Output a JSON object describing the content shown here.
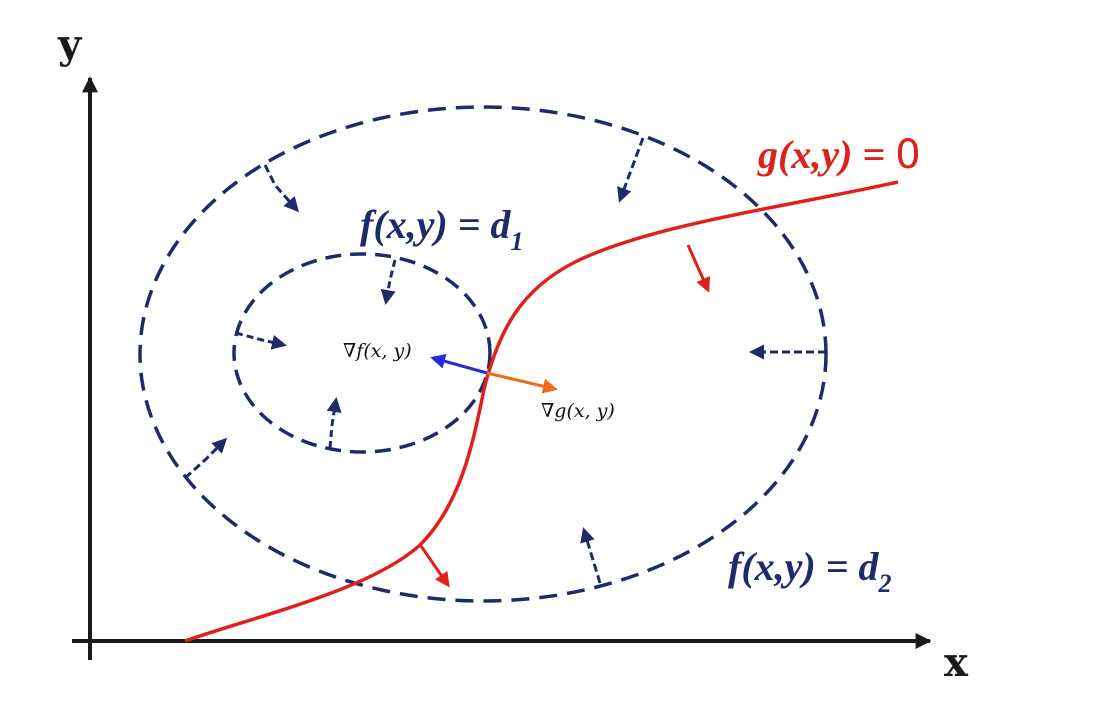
{
  "axes": {
    "x_label": "x",
    "y_label": "y"
  },
  "labels": {
    "g_curve": "g(x,y) = ",
    "g_value": "0",
    "f_inner": "f(x,y) = d",
    "f_inner_sub": "1",
    "f_outer": "f(x,y) = d",
    "f_outer_sub": "2",
    "grad_f_symbol": "∇",
    "grad_f": "f(x, y)",
    "grad_g_symbol": "∇",
    "grad_g": "g(x, y)"
  },
  "colors": {
    "axis": "#1a1a1a",
    "contour": "#1f2a6b",
    "constraint": "#e0201b",
    "grad_f_arrow": "#2a2ae0",
    "grad_g_arrow": "#ee6a1a"
  }
}
